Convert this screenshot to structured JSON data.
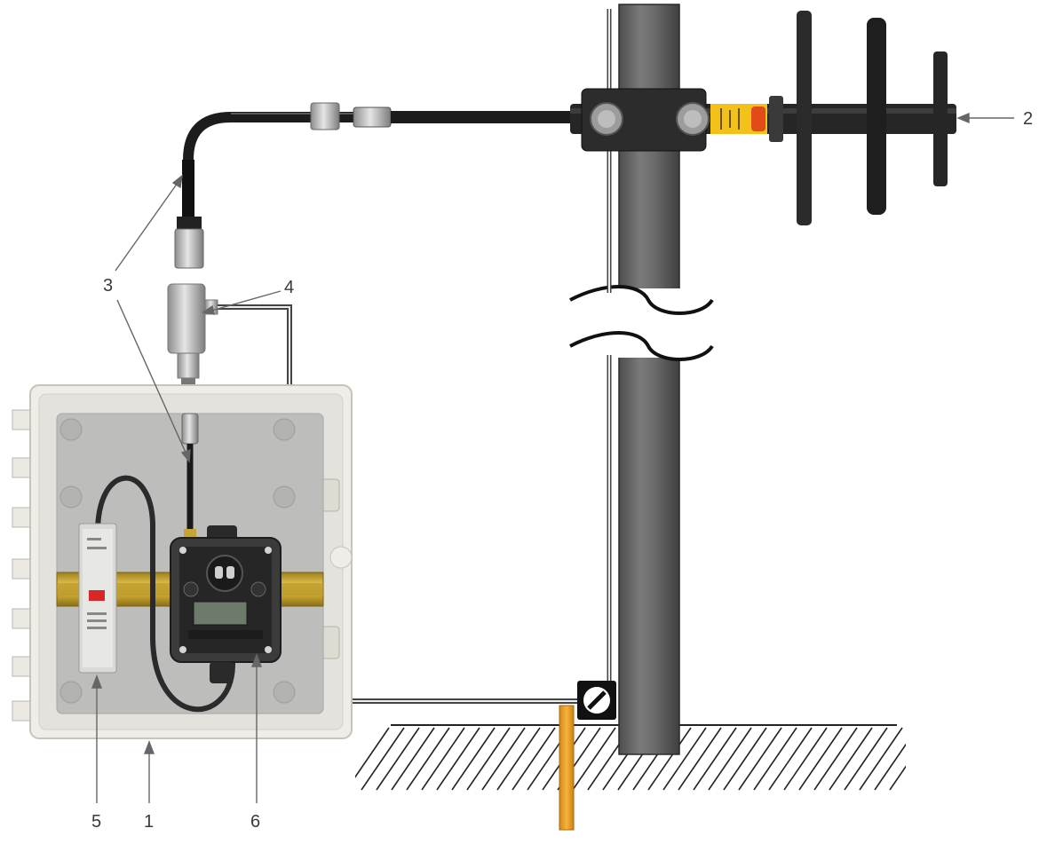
{
  "callouts": [
    {
      "id": "1",
      "label": "1"
    },
    {
      "id": "2",
      "label": "2"
    },
    {
      "id": "3",
      "label": "3"
    },
    {
      "id": "4",
      "label": "4"
    },
    {
      "id": "5",
      "label": "5"
    },
    {
      "id": "6",
      "label": "6"
    }
  ],
  "colors": {
    "pole": "#6d6d6d",
    "pole_dark": "#4a4a4a",
    "antenna": "#262626",
    "antenna_label": "#f2c21b",
    "ground_rod": "#f0a21f",
    "enclosure": "#e9e7e2",
    "enclosure_panel": "#bdbdbc",
    "din_rail": "#c8a531",
    "cable": "#2a2a2a",
    "wire": "#555555",
    "hatch": "#222222",
    "callout_line": "#666666"
  }
}
